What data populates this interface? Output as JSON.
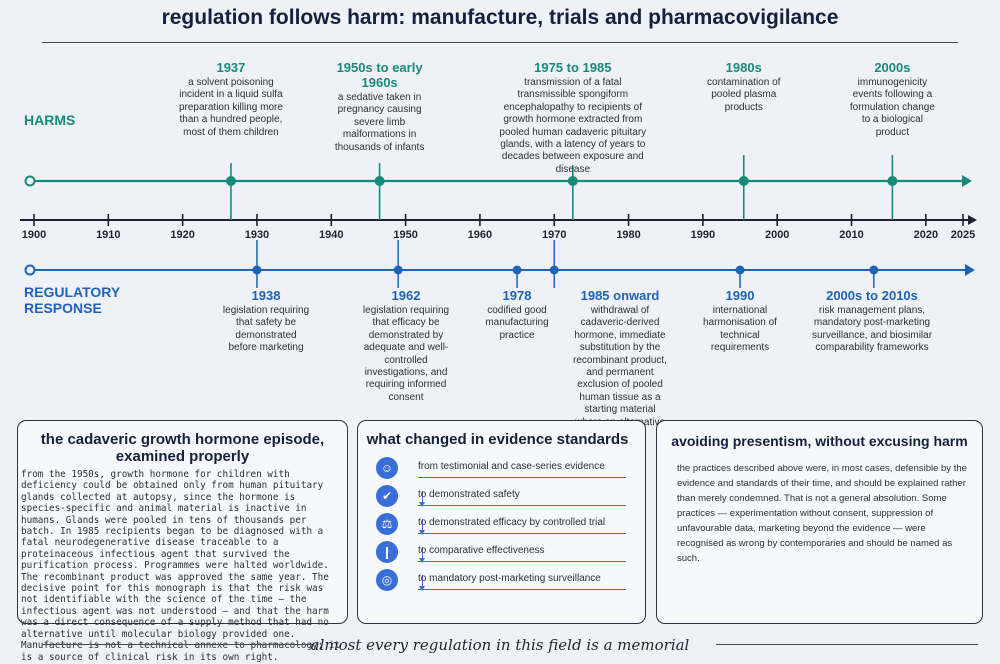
{
  "title": "regulation follows harm: manufacture, trials and pharmacovigilance",
  "tracks": {
    "harms_label": "HARMS",
    "regulatory_label": "REGULATORY RESPONSE"
  },
  "axis": {
    "start": 1900,
    "end": 2025,
    "ticks": [
      "1900",
      "1910",
      "1920",
      "1930",
      "1940",
      "1950",
      "1960",
      "1970",
      "1980",
      "1990",
      "2000",
      "2010",
      "2020",
      "2025"
    ]
  },
  "harms": [
    {
      "year": "1937",
      "year_value": 1926.5,
      "text": "a solvent poisoning incident in a liquid sulfa preparation killing more than a hundred people, most of them children"
    },
    {
      "year": "1950s to early 1960s",
      "year_value": 1946.5,
      "text": "a sedative taken in pregnancy causing severe limb malformations in thousands of infants"
    },
    {
      "year": "1975 to 1985",
      "year_value": 1972.5,
      "text": "transmission of a fatal transmissible spongiform encephalopathy to recipients of growth hormone extracted from pooled human cadaveric pituitary glands, with a latency of years to decades between exposure and disease"
    },
    {
      "year": "1980s",
      "year_value": 1995.5,
      "text": "contamination of pooled plasma products"
    },
    {
      "year": "2000s",
      "year_value": 2015.5,
      "text": "immunogenicity events following a formulation change to a biological product"
    }
  ],
  "regulatory": [
    {
      "year": "1938",
      "year_value": 1930,
      "text": "legislation requiring that safety be demonstrated before marketing"
    },
    {
      "year": "1962",
      "year_value": 1949,
      "text": "legislation requiring that efficacy be demonstrated by adequate and well-controlled investigations, and requiring informed consent"
    },
    {
      "year": "1978",
      "year_value": 1965,
      "text": "codified good manufacturing practice"
    },
    {
      "year": "1985 onward",
      "year_value": 1970,
      "text": "withdrawal of cadaveric-derived hormone, immediate substitution by the recombinant product, and permanent exclusion of pooled human tissue as a starting material where an alternative exists"
    },
    {
      "year": "1990",
      "year_value": 1995,
      "text": "international harmonisation of technical requirements"
    },
    {
      "year": "2000s to 2010s",
      "year_value": 2013,
      "text": "risk management plans, mandatory post-marketing surveillance, and biosimilar comparability frameworks"
    }
  ],
  "panels": {
    "growth_hormone": {
      "heading": "the cadaveric growth hormone episode, examined properly",
      "body": "from the 1950s, growth hormone for children with deficiency could be obtained only from human pituitary glands collected at autopsy, since the hormone is species-specific and animal material is inactive in humans. Glands were pooled in tens of thousands per batch. In 1985 recipients began to be diagnosed with a fatal neurodegenerative disease traceable to a proteinaceous infectious agent that survived the purification process. Programmes were halted worldwide. The recombinant product was approved the same year. The decisive point for this monograph is that the risk was not identifiable with the science of the time — the infectious agent was not understood — and that the harm was a direct consequence of a supply method that had no alternative until molecular biology provided one. Manufacture is not a technical annexe to pharmacology; it is a source of clinical risk in its own right."
    },
    "evidence": {
      "heading": "what changed in evidence standards",
      "steps": [
        {
          "icon": "people-icon",
          "label": "from testimonial and case-series evidence"
        },
        {
          "icon": "shield-icon",
          "label": "to demonstrated safety"
        },
        {
          "icon": "scales-icon",
          "label": "to demonstrated efficacy by controlled trial"
        },
        {
          "icon": "bar-chart-icon",
          "label": "to comparative effectiveness"
        },
        {
          "icon": "magnifier-icon",
          "label": "to mandatory post-marketing surveillance"
        }
      ]
    },
    "presentism": {
      "heading": "avoiding presentism, without excusing harm",
      "body": "the practices described above were, in most cases, defensible by the evidence and standards of their time, and should be explained rather than merely condemned. That is not a general absolution. Some practices — experimentation without consent, suppression of unfavourable data, marketing beyond the evidence — were recognised as wrong by contemporaries and should be named as such."
    }
  },
  "footer": "almost every regulation in this field is a memorial",
  "colors": {
    "harms": "#178a7c",
    "regulatory": "#1f63b8",
    "axis": "#1c2136",
    "evidence_icon": "#3a6fd8"
  }
}
